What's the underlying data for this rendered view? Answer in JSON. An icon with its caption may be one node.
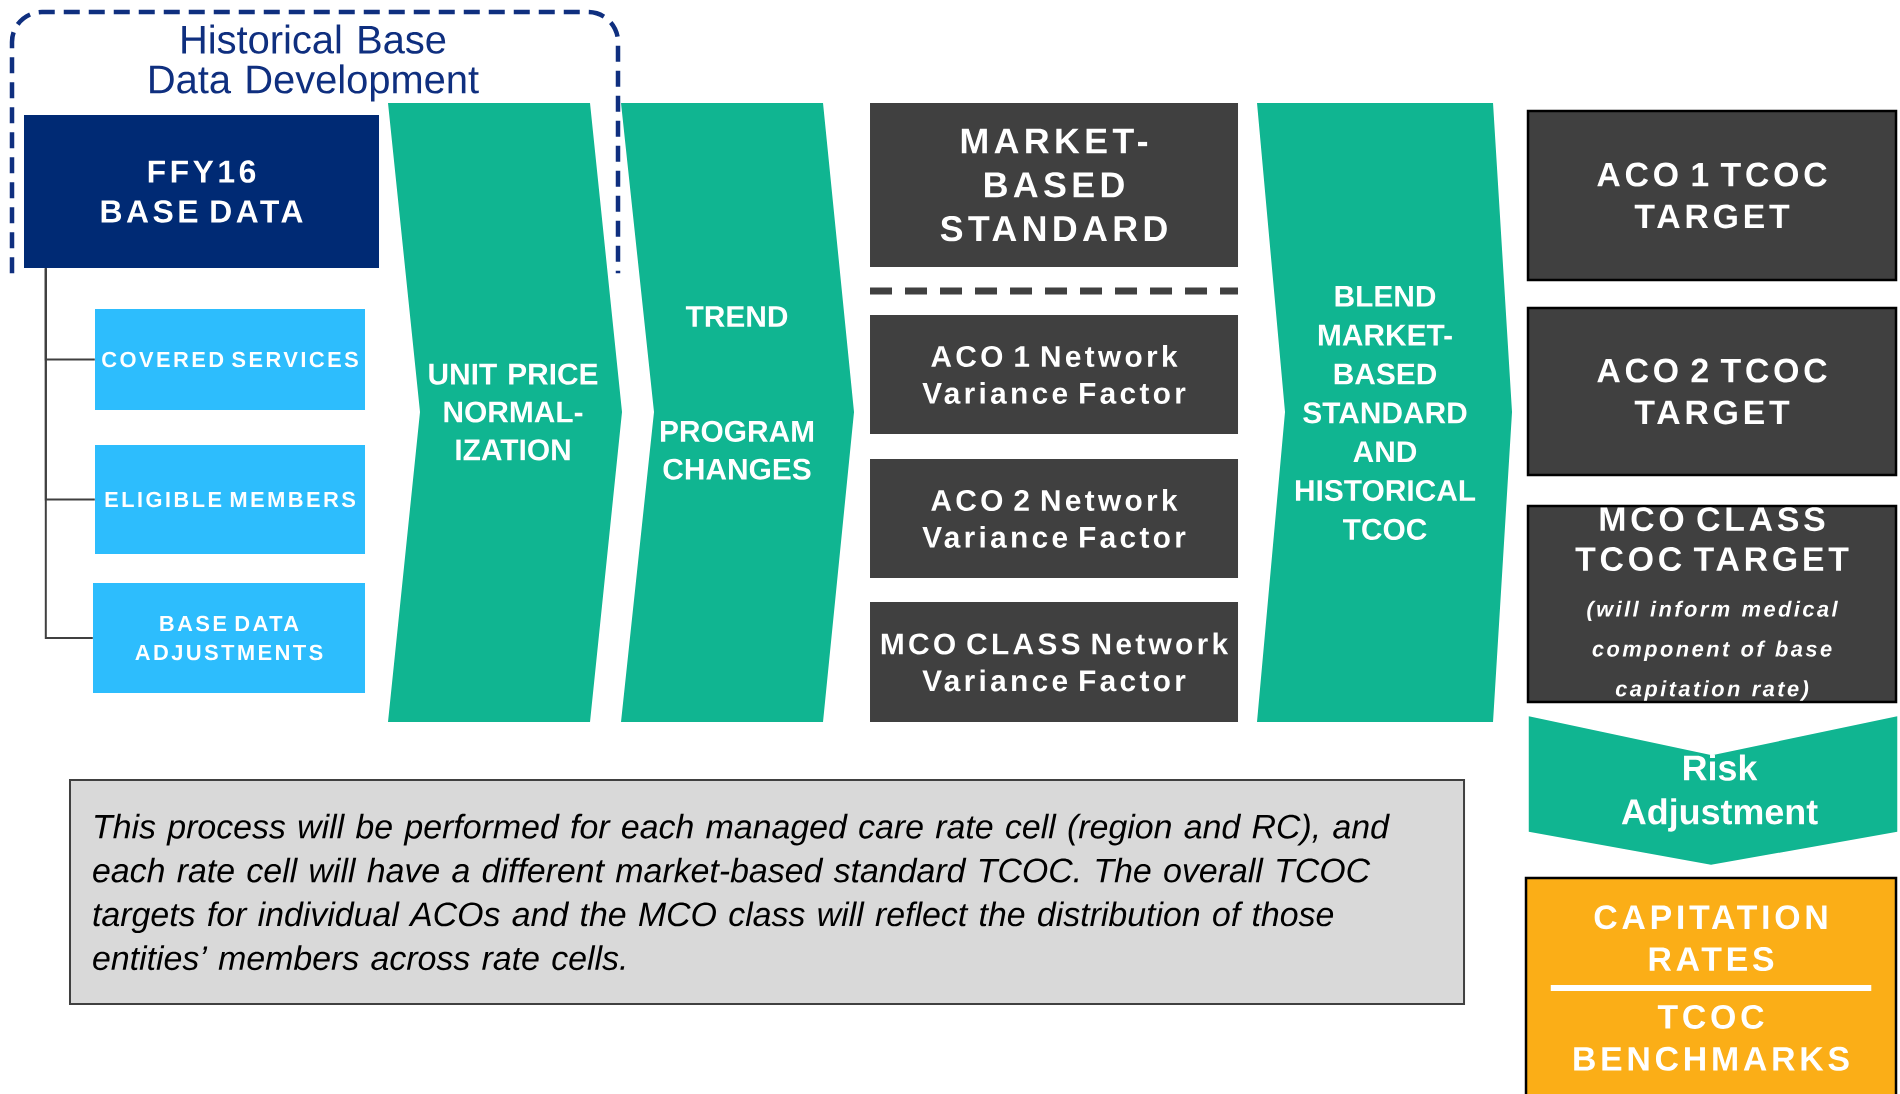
{
  "diagram": {
    "nodes": [
      {
        "text": [
          "Historical Base Data Development"
        ]
      },
      {
        "text": [
          "FFY16 BASE DATA"
        ],
        "in": 0
      },
      {
        "text": [
          "COVERED SERVICES"
        ]
      },
      {
        "text": [
          "ELIGIBLE MEMBERS"
        ]
      },
      {
        "text": [
          "BASE DATA ADJUSTMENTS"
        ]
      },
      {
        "text": [
          "UNIT PRICE NORMAL-IZATION"
        ]
      },
      {
        "text": [
          "TREND",
          "PROGRAM CHANGES"
        ]
      },
      {
        "text": [
          "MARKET-BASED STANDARD"
        ]
      },
      {
        "text": [
          "ACO 1 Network Variance Factor"
        ]
      },
      {
        "text": [
          "ACO 2 Network Variance Factor"
        ]
      },
      {
        "text": [
          "MCO CLASS Network Variance Factor"
        ]
      },
      {
        "text": [
          "BLEND MARKET-BASED STANDARD AND HISTORICAL TCOC"
        ]
      },
      {
        "text": [
          "ACO 1 TCOC TARGET"
        ]
      },
      {
        "text": [
          "ACO 2 TCOC TARGET"
        ]
      },
      {
        "text": [
          "MCO CLASS TCOC TARGET",
          "(will inform medical component of base capitation rate)"
        ]
      },
      {
        "text": [
          "CAPITATION RATES",
          "TCOC BENCHMARKS"
        ]
      },
      {
        "text": [
          "This process will be performed for each managed care rate cell (region and RC), and each rate cell will have a different market-based standard TCOC. The overall TCOC targets for individual ACOs and the MCO class will reflect the distribution of those entities’ members across rate cells."
        ]
      }
    ],
    "edges": [
      {
        "from": 1,
        "to": 2,
        "arrow": "none"
      },
      {
        "from": 1,
        "to": 3,
        "arrow": "none"
      },
      {
        "from": 1,
        "to": 4,
        "arrow": "none"
      },
      {
        "from": 14,
        "to": 15,
        "arrow": "to",
        "label": "Risk Adjustment"
      }
    ]
  }
}
